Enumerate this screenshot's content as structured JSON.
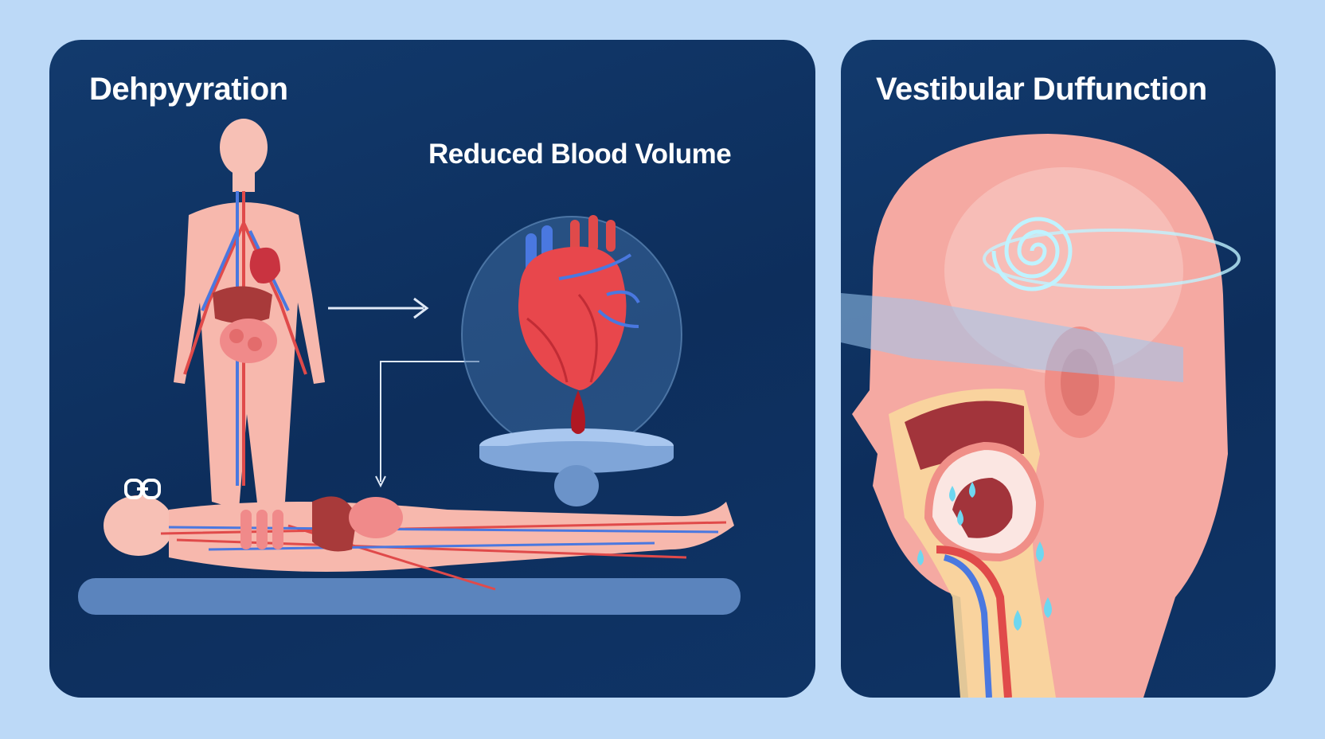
{
  "panels": {
    "left": {
      "title": "Dehpyyration",
      "subtitle": "Reduced Blood Volume"
    },
    "right": {
      "title": "Vestibular Duffunction"
    }
  },
  "icons": {
    "chain": "link-icon",
    "arrow": "arrow-right-icon",
    "spiral": "vertigo-spiral-icon",
    "drops": "fluid-drop-icon"
  },
  "colors": {
    "background": "#bcd9f7",
    "panel": "#0f3466",
    "skin": "#f7b8ad",
    "artery": "#e04a4a",
    "vein": "#4a78e0",
    "organ": "#a83a3a",
    "spiral": "#bff3ff"
  }
}
